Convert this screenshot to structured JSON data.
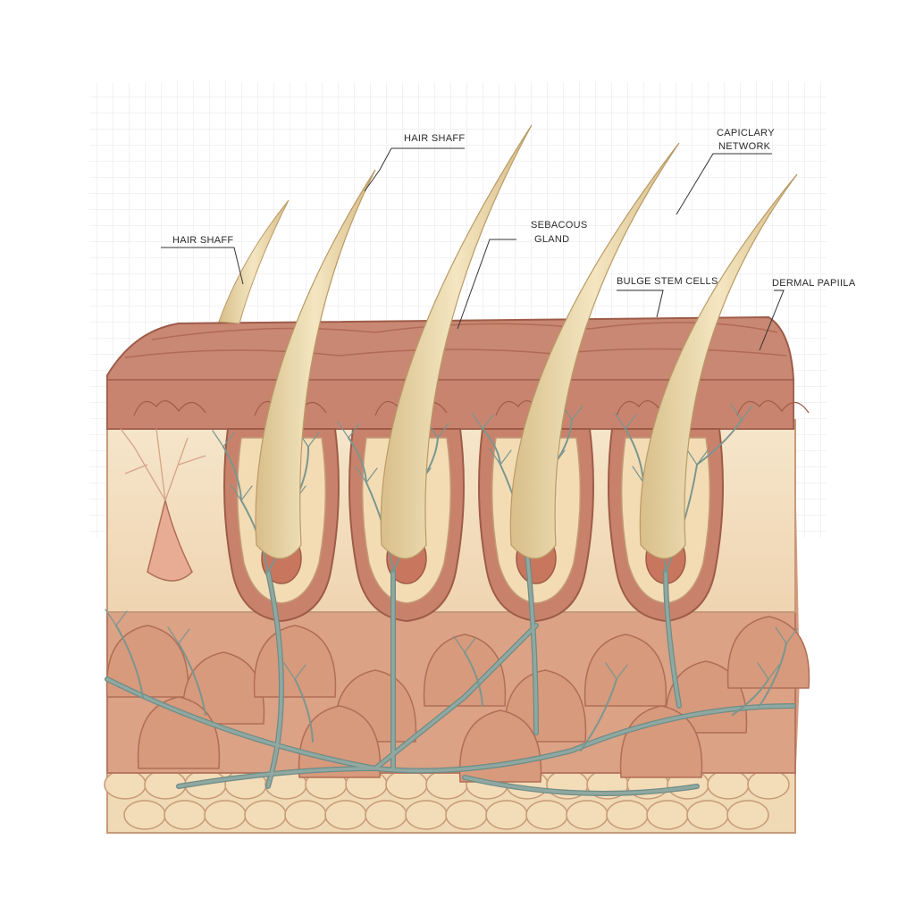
{
  "labels": {
    "hair_shaft_left": "HAIR SHAFF",
    "hair_shaft_top": "HAIR SHAFF",
    "sebaceous_line1": "SEBACOUS",
    "sebaceous_line2": "GLAND",
    "capillary_line1": "CAPICLARY",
    "capillary_line2": "NETWORK",
    "bulge": "BULGE STEM CELLS",
    "dermal_papilla": "DERMAL PAPIILA"
  },
  "colors": {
    "background": "#ffffff",
    "grid": "#e6e6ee",
    "epidermis": "#c98873",
    "epidermis_dark": "#b06a55",
    "dermis_light": "#f3dfc0",
    "dermis_mid": "#dca58a",
    "fat": "#f0d9b5",
    "hair": "#ecd9a8",
    "vessel": "#7a9690"
  }
}
